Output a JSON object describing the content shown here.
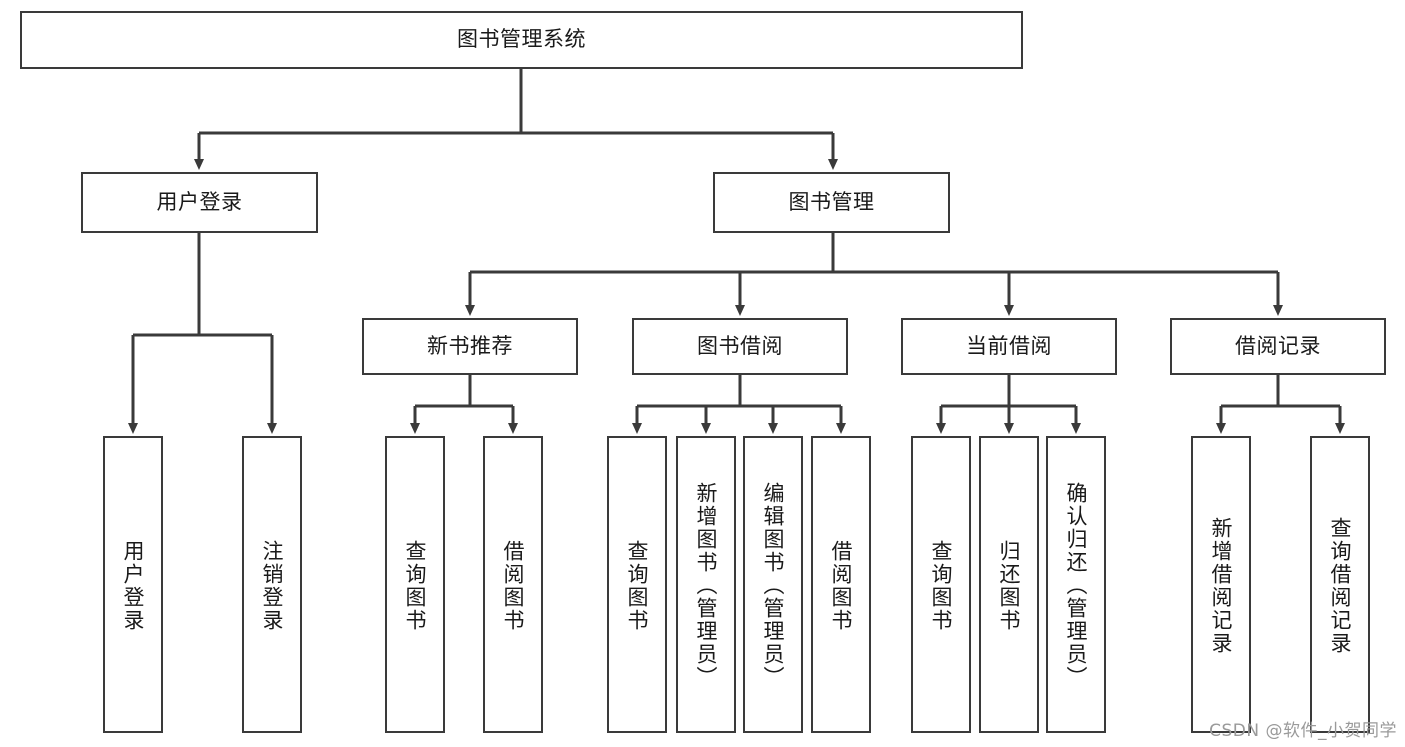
{
  "diagram": {
    "title": "图书管理系统",
    "type": "tree",
    "colors": {
      "stroke": "#3a3a3a",
      "fill": "#ffffff",
      "text": "#1a1a1a",
      "watermark": "#9a9a9a"
    },
    "root": {
      "id": "root",
      "label": "图书管理系统"
    },
    "level1": [
      {
        "id": "user-login",
        "label": "用户登录"
      },
      {
        "id": "book-manage",
        "label": "图书管理"
      }
    ],
    "level2": [
      {
        "id": "new-book-rec",
        "label": "新书推荐",
        "parent": "book-manage"
      },
      {
        "id": "book-borrow",
        "label": "图书借阅",
        "parent": "book-manage"
      },
      {
        "id": "current-borrow",
        "label": "当前借阅",
        "parent": "book-manage"
      },
      {
        "id": "borrow-record",
        "label": "借阅记录",
        "parent": "book-manage"
      }
    ],
    "leaves": [
      {
        "id": "leaf-user-login",
        "label": "用户登录",
        "parent": "user-login"
      },
      {
        "id": "leaf-logout",
        "label": "注销登录",
        "parent": "user-login"
      },
      {
        "id": "leaf-query-book-1",
        "label": "查询图书",
        "parent": "new-book-rec"
      },
      {
        "id": "leaf-borrow-book-1",
        "label": "借阅图书",
        "parent": "new-book-rec"
      },
      {
        "id": "leaf-query-book-2",
        "label": "查询图书",
        "parent": "book-borrow"
      },
      {
        "id": "leaf-add-book",
        "label": "新增图书（管理员）",
        "parent": "book-borrow"
      },
      {
        "id": "leaf-edit-book",
        "label": "编辑图书（管理员）",
        "parent": "book-borrow"
      },
      {
        "id": "leaf-borrow-book-2",
        "label": "借阅图书",
        "parent": "book-borrow"
      },
      {
        "id": "leaf-query-book-3",
        "label": "查询图书",
        "parent": "current-borrow"
      },
      {
        "id": "leaf-return-book",
        "label": "归还图书",
        "parent": "current-borrow"
      },
      {
        "id": "leaf-confirm-return",
        "label": "确认归还（管理员）",
        "parent": "current-borrow"
      },
      {
        "id": "leaf-add-record",
        "label": "新增借阅记录",
        "parent": "borrow-record"
      },
      {
        "id": "leaf-query-record",
        "label": "查询借阅记录",
        "parent": "borrow-record"
      }
    ]
  },
  "watermark": {
    "text": "CSDN @软件_小贺同学"
  }
}
